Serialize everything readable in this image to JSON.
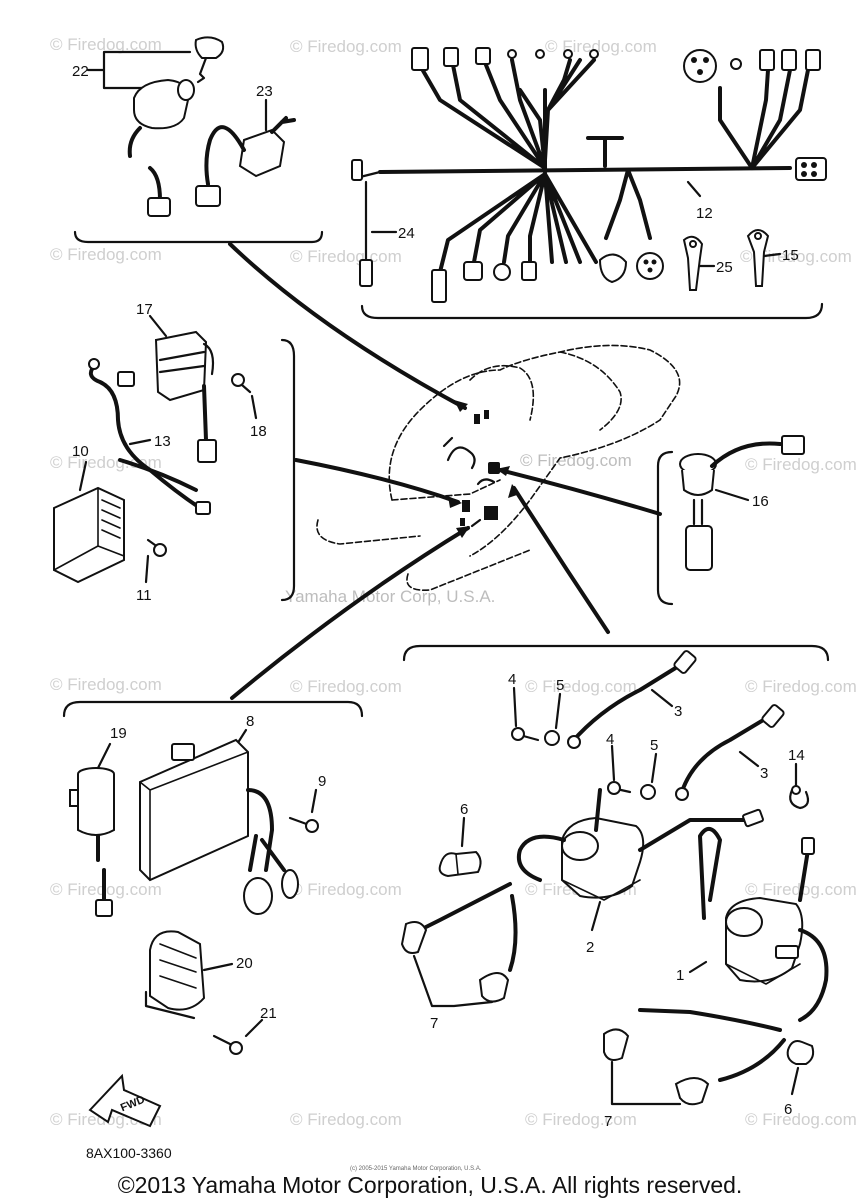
{
  "watermarks": {
    "site": "© Firedog.com",
    "maker": "Yamaha Motor Corp, U.S.A."
  },
  "callouts": [
    "1",
    "2",
    "3",
    "4",
    "5",
    "6",
    "7",
    "8",
    "9",
    "10",
    "11",
    "12",
    "13",
    "14",
    "15",
    "16",
    "17",
    "18",
    "19",
    "20",
    "21",
    "22",
    "23",
    "24",
    "25"
  ],
  "diagram_code": "8AX100-3360",
  "fwd_label": "FWD",
  "small_print": "(c) 2005-2015 Yamaha Motor Corporation, U.S.A.",
  "copyright": "©2013 Yamaha Motor Corporation, U.S.A. All rights reserved."
}
